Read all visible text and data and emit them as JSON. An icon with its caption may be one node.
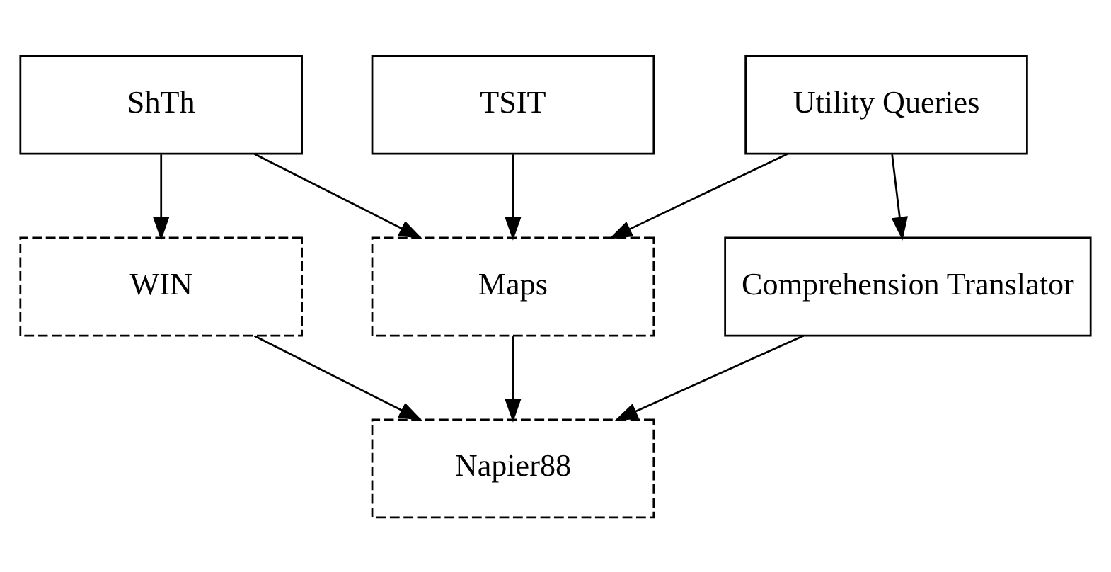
{
  "diagram": {
    "nodes": [
      {
        "text": [
          "ShTh"
        ]
      },
      {
        "text": [
          "TSIT"
        ]
      },
      {
        "text": [
          "Utility Queries"
        ]
      },
      {
        "text": [
          "WIN"
        ]
      },
      {
        "text": [
          "Maps"
        ]
      },
      {
        "text": [
          "Comprehension Translator"
        ]
      },
      {
        "text": [
          "Napier88"
        ]
      }
    ],
    "edges": [
      {
        "from": 0,
        "to": 3,
        "arrow": "to"
      },
      {
        "from": 0,
        "to": 4,
        "arrow": "to"
      },
      {
        "from": 1,
        "to": 4,
        "arrow": "to"
      },
      {
        "from": 2,
        "to": 4,
        "arrow": "to"
      },
      {
        "from": 2,
        "to": 5,
        "arrow": "to"
      },
      {
        "from": 3,
        "to": 6,
        "arrow": "to"
      },
      {
        "from": 4,
        "to": 6,
        "arrow": "to"
      },
      {
        "from": 5,
        "to": 6,
        "arrow": "to"
      }
    ]
  }
}
